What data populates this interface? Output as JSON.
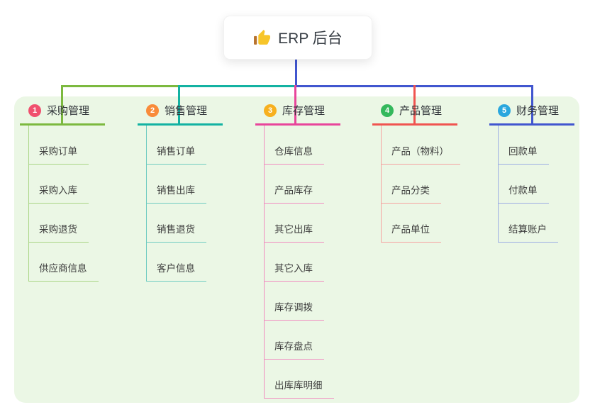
{
  "root": {
    "label": "ERP 后台",
    "icon": "thumbs-up-icon"
  },
  "colors": {
    "panel_bg": "#ebf7e5",
    "stem_blue": "#4156cf",
    "bus_green": "#7cb93f",
    "bus_teal": "#13b2a2"
  },
  "branches": [
    {
      "num": "1",
      "label": "采购管理",
      "circle_color": "#f0506e",
      "line_color": "#7cb93f",
      "child_line_color": "#a9d585",
      "children": [
        "采购订单",
        "采购入库",
        "采购退货",
        "供应商信息"
      ]
    },
    {
      "num": "2",
      "label": "销售管理",
      "circle_color": "#f98b3a",
      "line_color": "#13b2a2",
      "child_line_color": "#6fccc1",
      "children": [
        "销售订单",
        "销售出库",
        "销售退货",
        "客户信息"
      ]
    },
    {
      "num": "3",
      "label": "库存管理",
      "circle_color": "#f7b01e",
      "line_color": "#e8459b",
      "child_line_color": "#f08cc0",
      "children": [
        "仓库信息",
        "产品库存",
        "其它出库",
        "其它入库",
        "库存调拨",
        "库存盘点",
        "出库库明细"
      ]
    },
    {
      "num": "4",
      "label": "产品管理",
      "circle_color": "#34b85c",
      "line_color": "#f05450",
      "child_line_color": "#f5a3a0",
      "children": [
        "产品（物料）",
        "产品分类",
        "产品单位"
      ]
    },
    {
      "num": "5",
      "label": "财务管理",
      "circle_color": "#2aa7de",
      "line_color": "#4156cf",
      "child_line_color": "#9cade3",
      "children": [
        "回款单",
        "付款单",
        "结算账户"
      ]
    }
  ]
}
